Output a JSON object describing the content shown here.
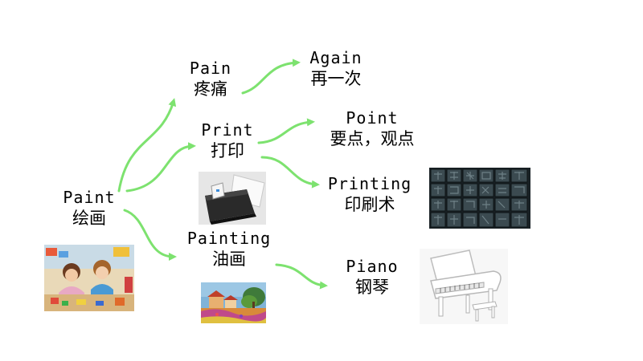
{
  "nodes": {
    "paint": {
      "en": "Paint",
      "zh": "绘画"
    },
    "pain": {
      "en": "Pain",
      "zh": "疼痛"
    },
    "again": {
      "en": "Again",
      "zh": "再一次"
    },
    "print": {
      "en": "Print",
      "zh": "打印"
    },
    "point": {
      "en": "Point",
      "zh": "要点，观点"
    },
    "printing": {
      "en": "Printing",
      "zh": "印刷术"
    },
    "painting": {
      "en": "Painting",
      "zh": "油画"
    },
    "piano": {
      "en": "Piano",
      "zh": "钢琴"
    }
  },
  "colors": {
    "arrow": "#7de26f",
    "text": "#000000",
    "background": "#ffffff"
  }
}
